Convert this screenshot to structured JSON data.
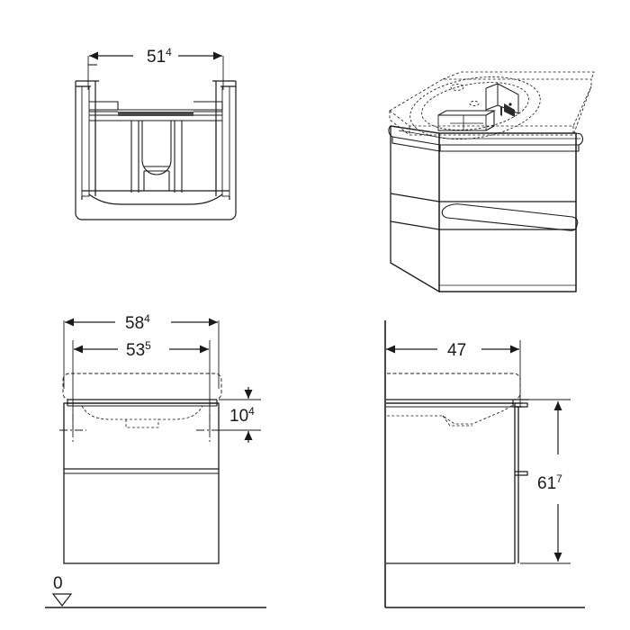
{
  "drawing": {
    "type": "technical-dimension-drawing",
    "subject": "Bathroom vanity cabinet with washbasin",
    "units": "cm",
    "background_color": "#ffffff",
    "line_color": "#1a1a1a",
    "views": [
      {
        "id": "rear-interior-view",
        "position": "top-left",
        "name": "Rear interior view"
      },
      {
        "id": "isometric-view",
        "position": "top-right",
        "name": "3D isometric view"
      },
      {
        "id": "front-elevation",
        "position": "bottom-left",
        "name": "Front elevation"
      },
      {
        "id": "side-elevation",
        "position": "bottom-right",
        "name": "Side elevation"
      }
    ]
  },
  "dimensions": {
    "rear_width": {
      "value": "51",
      "sup": "4",
      "label": "51⁴"
    },
    "front_outer_width": {
      "value": "58",
      "sup": "4",
      "label": "58⁴"
    },
    "front_inner_width": {
      "value": "53",
      "sup": "5",
      "label": "53⁵"
    },
    "top_drawer_height": {
      "value": "10",
      "sup": "4",
      "label": "10⁴"
    },
    "side_depth": {
      "value": "47",
      "sup": "",
      "label": "47"
    },
    "total_height": {
      "value": "61",
      "sup": "7",
      "label": "61⁷"
    },
    "datum": {
      "value": "0",
      "sup": "",
      "label": "0"
    }
  }
}
